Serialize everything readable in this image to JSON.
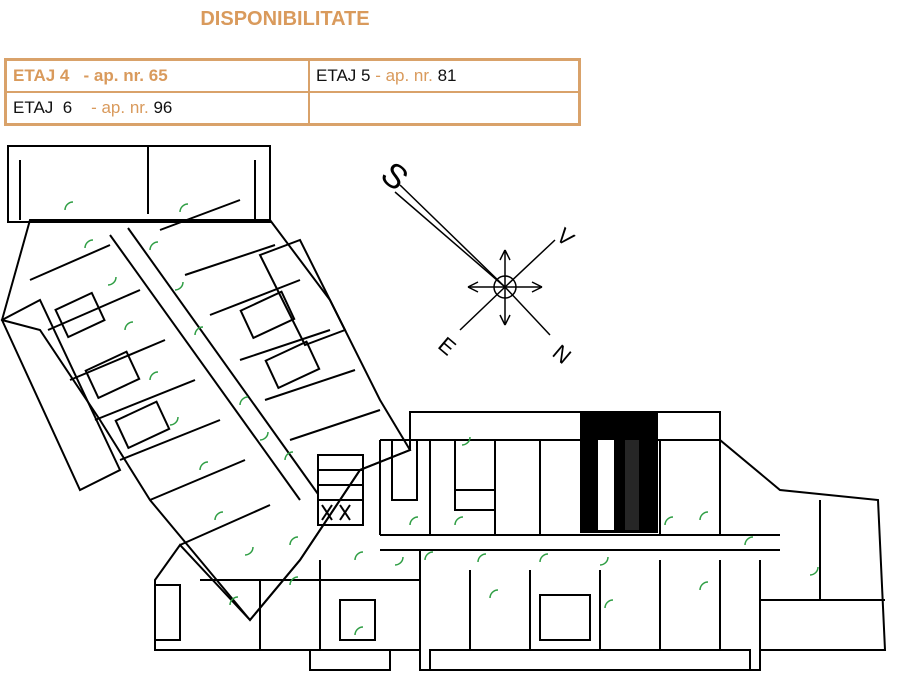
{
  "title": "DISPONIBILITATE",
  "table": {
    "rows": [
      [
        {
          "floor_label": "ETAJ  4",
          "sep": "   - ap. nr. ",
          "number": "65"
        },
        {
          "floor_label": "ETAJ 5",
          "sep": " - ap. nr. ",
          "number": "81"
        }
      ],
      [
        {
          "floor_label": "ETAJ  6",
          "sep": "    - ap. nr. ",
          "number": "96"
        },
        {
          "floor_label": "",
          "sep": "",
          "number": ""
        }
      ]
    ]
  },
  "compass": {
    "north": "N",
    "south": "S",
    "east": "E",
    "west": "V"
  },
  "colors": {
    "accent": "#d99a5c",
    "border": "#d9a26a",
    "door_swing": "#2f9e44",
    "walls": "#000000"
  }
}
